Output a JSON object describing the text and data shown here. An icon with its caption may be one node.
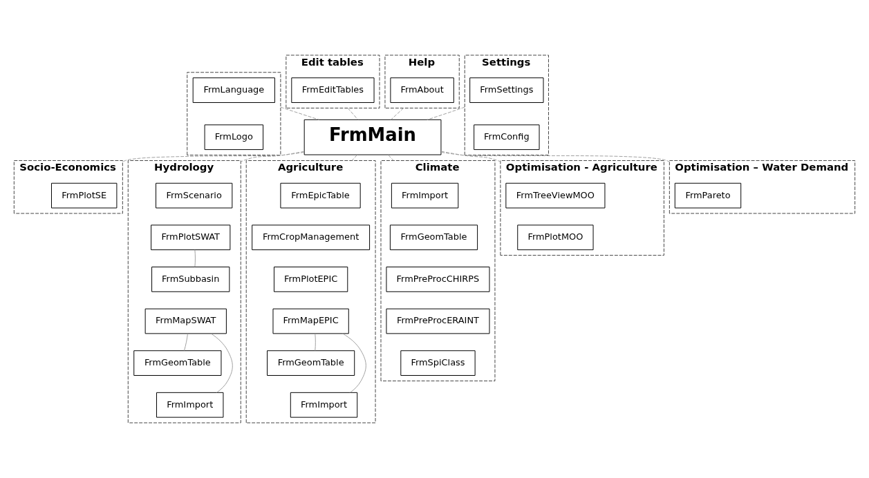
{
  "diagram": {
    "nodes": [
      {
        "text": [
          "Edit tables"
        ]
      },
      {
        "text": [
          "FrmEditTables"
        ],
        "in": 0
      },
      {
        "text": [],
        "shape": "box"
      },
      {
        "text": [
          "FrmLanguage"
        ],
        "in": 2
      },
      {
        "text": [
          "FrmLogo"
        ],
        "in": 2
      },
      {
        "text": [
          "Settings"
        ]
      },
      {
        "text": [
          "FrmSettings"
        ],
        "in": 5
      },
      {
        "text": [
          "FrmConfig"
        ],
        "in": 5
      },
      {
        "text": [
          "Help"
        ]
      },
      {
        "text": [
          "FrmAbout"
        ],
        "in": 8
      },
      {
        "text": [
          "FrmMain"
        ]
      },
      {
        "text": [
          "Socio-Economics"
        ]
      },
      {
        "text": [
          "FrmPlotSE"
        ],
        "in": 11
      },
      {
        "text": [
          "Hydrology"
        ]
      },
      {
        "text": [
          "FrmScenario"
        ],
        "in": 13
      },
      {
        "text": [
          "FrmPlotSWAT"
        ],
        "in": 13
      },
      {
        "text": [
          "FrmSubbasin"
        ],
        "in": 13
      },
      {
        "text": [
          "FrmMapSWAT"
        ],
        "in": 13
      },
      {
        "text": [
          "FrmGeomTable"
        ],
        "in": 13
      },
      {
        "text": [
          "FrmImport"
        ],
        "in": 13
      },
      {
        "text": [
          "Agriculture"
        ]
      },
      {
        "text": [
          "FrmEpicTable"
        ],
        "in": 20
      },
      {
        "text": [
          "FrmCropManagement"
        ],
        "in": 20
      },
      {
        "text": [
          "FrmPlotEPIC"
        ],
        "in": 20
      },
      {
        "text": [
          "FrmMapEPIC"
        ],
        "in": 20
      },
      {
        "text": [
          "FrmGeomTable"
        ],
        "in": 20
      },
      {
        "text": [
          "FrmImport"
        ],
        "in": 20
      },
      {
        "text": [
          "Climate"
        ]
      },
      {
        "text": [
          "FrmImport"
        ],
        "in": 27
      },
      {
        "text": [
          "FrmGeomTable"
        ],
        "in": 27
      },
      {
        "text": [
          "FrmPreProcCHIRPS"
        ],
        "in": 27
      },
      {
        "text": [
          "FrmPreProcERAINT"
        ],
        "in": 27
      },
      {
        "text": [
          "FrmSpiClass"
        ],
        "in": 27
      },
      {
        "text": [
          "Optimisation - Agriculture"
        ]
      },
      {
        "text": [
          "FrmTreeViewMOO"
        ],
        "in": 33
      },
      {
        "text": [
          "FrmPlotMOO"
        ],
        "in": 33
      },
      {
        "text": [
          "Optimisation – Water Demand"
        ]
      },
      {
        "text": [
          "FrmPareto"
        ],
        "in": 36
      }
    ],
    "edges": [
      {
        "from": 10,
        "to": 0,
        "arrow": "none",
        "style": "dashed"
      },
      {
        "from": 10,
        "to": 2,
        "arrow": "none",
        "style": "dashed"
      },
      {
        "from": 10,
        "to": 5,
        "arrow": "none",
        "style": "dashed"
      },
      {
        "from": 10,
        "to": 8,
        "arrow": "none",
        "style": "dashed"
      },
      {
        "from": 10,
        "to": 11,
        "arrow": "none",
        "style": "dashed"
      },
      {
        "from": 10,
        "to": 13,
        "arrow": "none",
        "style": "dashed"
      },
      {
        "from": 10,
        "to": 20,
        "arrow": "none",
        "style": "dashed"
      },
      {
        "from": 10,
        "to": 27,
        "arrow": "none",
        "style": "dashed"
      },
      {
        "from": 10,
        "to": 33,
        "arrow": "none",
        "style": "dashed"
      },
      {
        "from": 10,
        "to": 36,
        "arrow": "none",
        "style": "dashed"
      },
      {
        "from": 15,
        "to": 16,
        "arrow": "none"
      },
      {
        "from": 17,
        "to": 18,
        "arrow": "none"
      },
      {
        "from": 17,
        "to": 19,
        "arrow": "none"
      },
      {
        "from": 24,
        "to": 25,
        "arrow": "none"
      },
      {
        "from": 24,
        "to": 26,
        "arrow": "none"
      }
    ]
  }
}
